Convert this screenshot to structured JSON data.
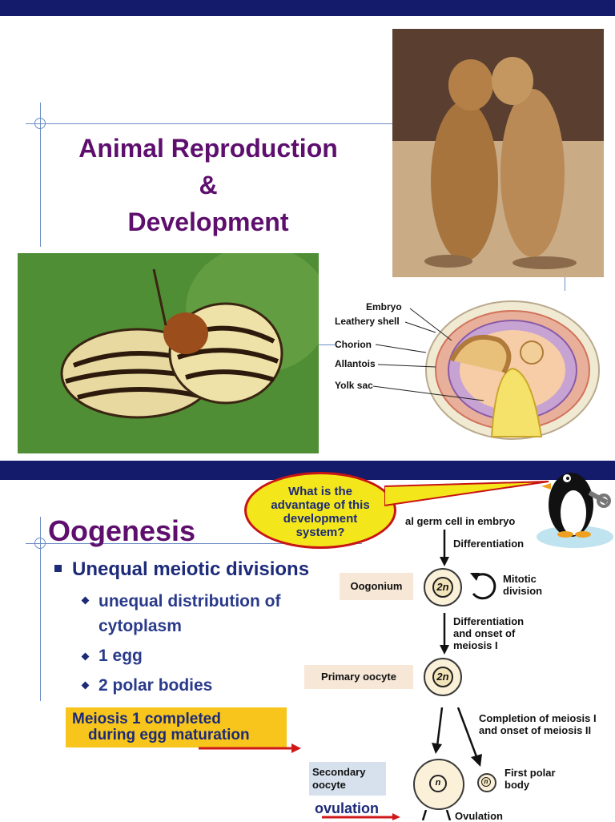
{
  "slide1": {
    "title_line1": "Animal Reproduction",
    "title_line2": "&",
    "title_line3": "Development",
    "egg_labels": [
      "Embryo",
      "Leathery shell",
      "Chorion",
      "Allantois",
      "Yolk sac"
    ]
  },
  "slide2": {
    "title": "Oogenesis",
    "bullet_main": "Unequal meiotic divisions",
    "sub_bullets": [
      "unequal distribution of cytoplasm",
      "1 egg",
      "2 polar bodies"
    ],
    "callout": "What is the advantage of this development system?",
    "note_line1": "Meiosis 1 completed",
    "note_line2": "during egg maturation",
    "ovulation_label": "ovulation",
    "diagram": {
      "top_text": "al germ cell in embryo",
      "step1": "Differentiation",
      "oogonium": "Oogonium",
      "cell_2n": "2n",
      "mitotic": "Mitotic division",
      "step2": "Differentiation and onset of meiosis I",
      "primary": "Primary oocyte",
      "step3": "Completion of meiosis I and onset of meiosis II",
      "secondary": "Secondary oocyte",
      "cell_n": "n",
      "first_polar": "First polar body",
      "ovulation": "Ovulation"
    }
  },
  "colors": {
    "top_bar": "#141b6b",
    "title_purple": "#5e0f6e",
    "bullet_blue": "#1c2a78",
    "callout_fill": "#f3e61a",
    "callout_border": "#c81414",
    "note_fill": "#f7c51c",
    "arrow_red": "#d01818"
  }
}
